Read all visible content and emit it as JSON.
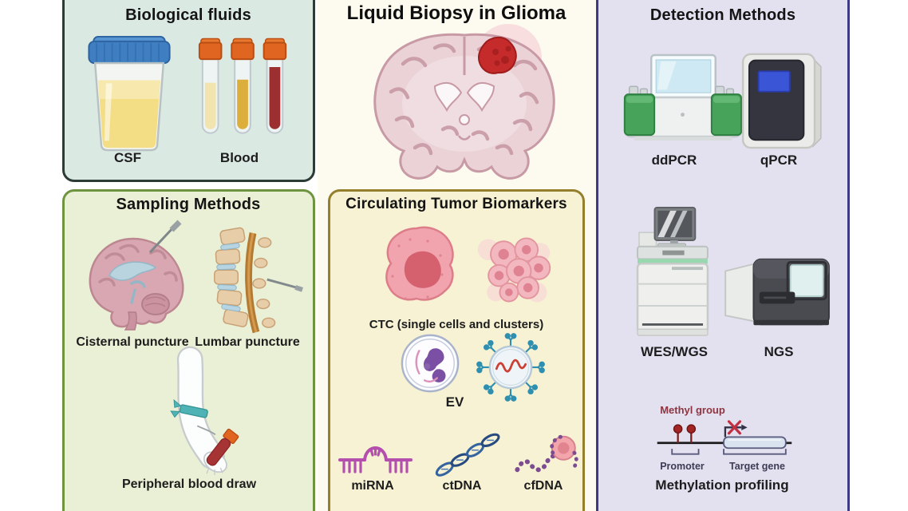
{
  "title": "Liquid Biopsy in Glioma",
  "panels": {
    "biological_fluids": {
      "title": "Biological fluids",
      "labels": {
        "csf": "CSF",
        "blood": "Blood"
      }
    },
    "sampling_methods": {
      "title": "Sampling Methods",
      "labels": {
        "cisternal": "Cisternal puncture",
        "lumbar": "Lumbar puncture",
        "peripheral": "Peripheral blood draw"
      }
    },
    "circulating_tumor_biomarkers": {
      "title": "Circulating Tumor Biomarkers",
      "labels": {
        "ctc": "CTC (single cells and clusters)",
        "ev": "EV",
        "mirna": "miRNA",
        "ctdna": "ctDNA",
        "cfdna": "cfDNA"
      }
    },
    "detection_methods": {
      "title": "Detection Methods",
      "labels": {
        "ddpcr": "ddPCR",
        "qpcr": "qPCR",
        "weswgs": "WES/WGS",
        "ngs": "NGS",
        "methylation": "Methylation profiling"
      },
      "methylation_diagram": {
        "methyl_group": "Methyl group",
        "promoter": "Promoter",
        "target_gene": "Target gene"
      }
    }
  },
  "colors": {
    "biological_fluids_bg": "#dbe9e3",
    "biological_fluids_border": "#2d3b36",
    "sampling_bg": "#eaf0d5",
    "sampling_border": "#6f9440",
    "biomarkers_bg": "#f6f2d3",
    "biomarkers_border": "#94802c",
    "detection_bg": "#e3e0ef",
    "detection_border": "#3e3a84",
    "center_bg": "#fdfbf0",
    "tumor_red": "#c52b2b",
    "brain_pink": "#ead2d7"
  }
}
